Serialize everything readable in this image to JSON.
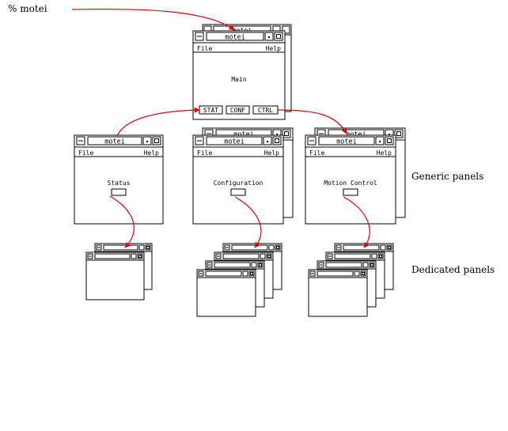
{
  "command": "% motei",
  "window_title": "motei",
  "menu": {
    "file": "File",
    "help": "Help"
  },
  "main_window": {
    "body_label": "Main",
    "buttons": [
      "STAT",
      "CONF",
      "CTRL"
    ]
  },
  "generic_panels": [
    {
      "body_label": "Status"
    },
    {
      "body_label": "Configuration"
    },
    {
      "body_label": "Motion Control"
    }
  ],
  "labels": {
    "generic_panels": "Generic panels",
    "dedicated_panels": "Dedicated panels"
  },
  "colors": {
    "arrow": "#e00000",
    "line": "#000000"
  }
}
